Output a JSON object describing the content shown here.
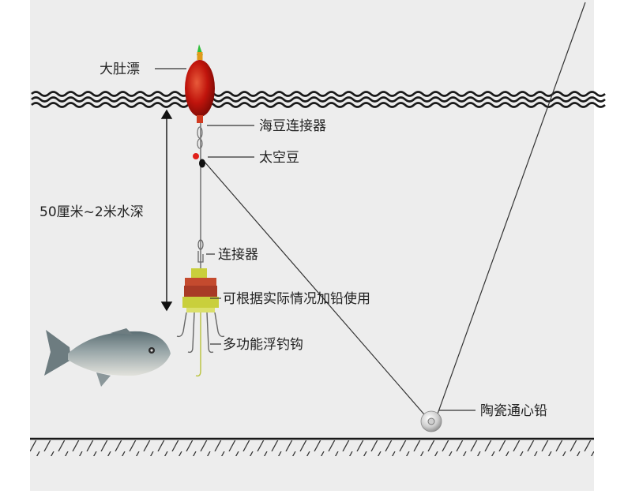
{
  "labels": {
    "float": "大肚漂",
    "bean_connector": "海豆连接器",
    "space_bean": "太空豆",
    "depth": "50厘米~2米水深",
    "connector": "连接器",
    "lead_note": "可根据实际情况加铅使用",
    "hook": "多功能浮钓钩",
    "sinker": "陶瓷通心铅"
  },
  "colors": {
    "panel": "#ededed",
    "float": "#c0140c",
    "float_tip": "#2fbf3a",
    "bait_top": "#b3412a",
    "bait_body": "#c9cf3c",
    "line": "#333333"
  },
  "icons": [
    "wave-line-icon",
    "float-icon",
    "fish-icon",
    "sinker-icon",
    "hook-icon",
    "depth-arrow-icon"
  ]
}
